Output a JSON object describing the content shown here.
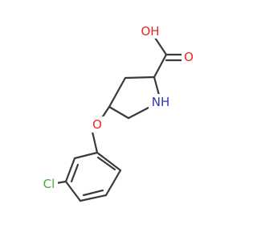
{
  "atoms": {
    "oh": {
      "label": "OH",
      "color": "#e8271d"
    },
    "carbonyl_o": {
      "label": "O",
      "color": "#e8271d"
    },
    "nh": {
      "label": "NH",
      "color": "#2e35b8"
    },
    "ether_o": {
      "label": "O",
      "color": "#e8271d"
    },
    "cl": {
      "label": "Cl",
      "color": "#3fae3a"
    }
  },
  "bond_color": "#3a3a3a"
}
